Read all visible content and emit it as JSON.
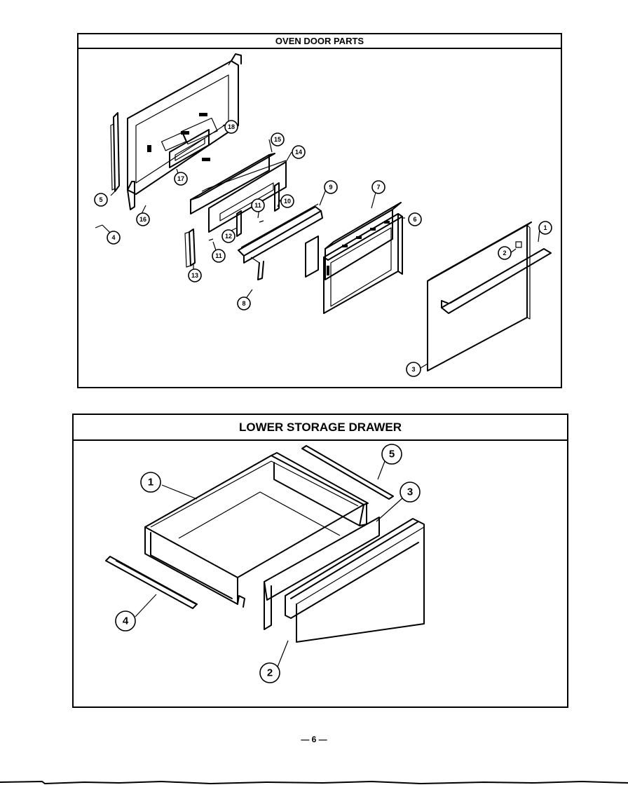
{
  "oven_door_parts": {
    "title": "OVEN DOOR PARTS",
    "callouts": [
      "1",
      "2",
      "3",
      "4",
      "5",
      "6",
      "7",
      "8",
      "9",
      "10",
      "11",
      "11",
      "12",
      "13",
      "14",
      "15",
      "16",
      "17",
      "18"
    ]
  },
  "lower_storage_drawer": {
    "title": "LOWER STORAGE DRAWER",
    "callouts": [
      "1",
      "2",
      "3",
      "4",
      "5"
    ]
  },
  "page_number": "— 6 —"
}
